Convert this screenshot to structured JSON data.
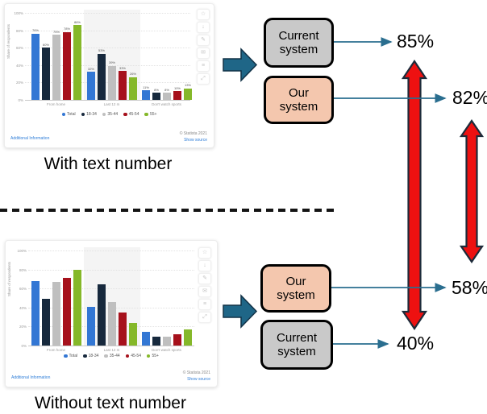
{
  "captions": {
    "top": "With text number",
    "bottom": "Without text number"
  },
  "flow_top": {
    "box1_line1": "Current",
    "box1_line2": "system",
    "box1_result": "85%",
    "box2_line1": "Our",
    "box2_line2": "system",
    "box2_result": "82%"
  },
  "flow_bottom": {
    "box1_line1": "Our",
    "box1_line2": "system",
    "box1_result": "58%",
    "box2_line1": "Current",
    "box2_line2": "system",
    "box2_result": "40%"
  },
  "statista": {
    "additional_info": "Additional Information",
    "copyright": "© Statista 2021",
    "show_source": "Show source",
    "toolbar_glyphs": [
      "☆",
      "↓",
      "✎",
      "✉",
      "≡",
      "⤢"
    ]
  },
  "colors": {
    "block_arrow": "#1f6687",
    "thin_arrow": "#2a6e8f",
    "red_arrow": "#ee1111",
    "red_arrow_outline": "#1c2b3a",
    "box_gray": "#c9c9c9",
    "box_peach": "#f4c7ae",
    "link_blue": "#2f7ed8"
  },
  "chart_data": [
    {
      "id": "top",
      "type": "bar",
      "title": "",
      "ylabel": "Share of respondents",
      "yticks": [
        "100%",
        "80%",
        "60%",
        "40%",
        "20%",
        "0%"
      ],
      "ylim": [
        0,
        100
      ],
      "grid": true,
      "legend_position": "bottom",
      "bar_labels": true,
      "categories": [
        "From home",
        "Last 12 m",
        "Don't watch sports"
      ],
      "series": [
        {
          "name": "Total",
          "color": "#3377d4",
          "values": [
            76,
            32,
            11
          ]
        },
        {
          "name": "18-34",
          "color": "#17293d",
          "values": [
            60,
            53,
            8
          ]
        },
        {
          "name": "35-44",
          "color": "#bfbfbf",
          "values": [
            75,
            39,
            8
          ]
        },
        {
          "name": "45-54",
          "color": "#a6111c",
          "values": [
            78,
            33,
            10
          ]
        },
        {
          "name": "55+",
          "color": "#85b829",
          "values": [
            86,
            26,
            13
          ]
        }
      ]
    },
    {
      "id": "bottom",
      "type": "bar",
      "title": "",
      "ylabel": "Share of respondents",
      "yticks": [
        "100%",
        "80%",
        "60%",
        "40%",
        "20%",
        "0%"
      ],
      "ylim": [
        0,
        100
      ],
      "grid": true,
      "legend_position": "bottom",
      "bar_labels": false,
      "categories": [
        "From home",
        "Last 12 m",
        "Don't watch sports"
      ],
      "series": [
        {
          "name": "Total",
          "color": "#3377d4",
          "values": [
            68,
            41,
            14
          ]
        },
        {
          "name": "18-34",
          "color": "#17293d",
          "values": [
            49,
            64,
            9
          ]
        },
        {
          "name": "35-44",
          "color": "#bfbfbf",
          "values": [
            67,
            46,
            9
          ]
        },
        {
          "name": "45-54",
          "color": "#a6111c",
          "values": [
            71,
            35,
            12
          ]
        },
        {
          "name": "55+",
          "color": "#85b829",
          "values": [
            80,
            24,
            17
          ]
        }
      ]
    }
  ]
}
